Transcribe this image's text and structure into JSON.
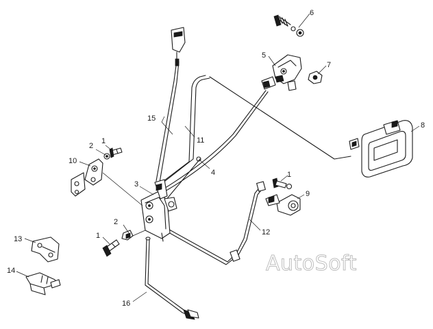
{
  "diagram": {
    "callouts": [
      "1",
      "2",
      "3",
      "4",
      "5",
      "6",
      "7",
      "8",
      "9",
      "10",
      "11",
      "12",
      "13",
      "14",
      "15",
      "16",
      "1",
      "2",
      "1"
    ]
  },
  "watermark": {
    "text": "AutoSoft"
  }
}
